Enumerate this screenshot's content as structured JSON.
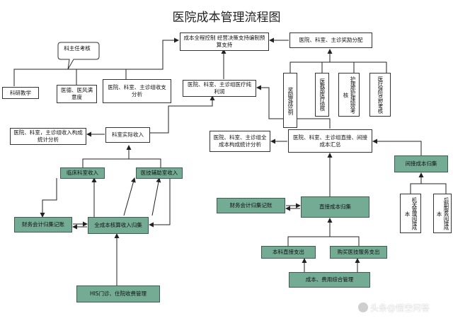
{
  "title": "医院成本管理流程图",
  "watermark": "头条@悟空问答",
  "nodes": {
    "cost_control": "成本全程控制  经营决策支持编制预算支持",
    "reward_distribution": "医院、科室、主诊奖励分配",
    "director_exam": "科主任考核",
    "research_teaching": "科研教学",
    "medical_ethics": "医德、医风满意度",
    "income_analysis": "医院、科室、主诊组收支分析",
    "reward_ratio": "奖励提成比例",
    "dept_performance": "医教部医疗绩核",
    "nursing_performance": "护理部护理绩效考核",
    "insurance_control": "医疗保险总控考核",
    "medical_profit": "医院、科室、主诊组医疗纯利润",
    "income_stats": "医院、科室，主诊组收入构成统计分析",
    "dept_actual_income": "科室实际收入",
    "cost_stats": "医院、科室、主诊组全成本构成统计分析",
    "cost_summary": "医院、科室、主诊组直接、间接成本汇总",
    "indirect_cost": "间接成本归集",
    "clinical_income": "临床科室收入",
    "support_income": "医技辅助室收入",
    "finance_income": "财务会计归集记账",
    "full_cost_income": "全成本核算收入归集",
    "his_system": "HIS门诊、住院收费管理",
    "finance_cost": "财务会计归集记账",
    "direct_cost": "直接成本归集",
    "admin_indirect": "机关管理间接成本",
    "logistics_indirect": "后勤服务间接成本",
    "dept_direct_expense": "本科直接支出",
    "purchase_service": "购买医技服务支出",
    "cost_expense_summary": "成本、费用综合管理"
  },
  "colors": {
    "green": "#74ab95",
    "line": "#222222"
  }
}
